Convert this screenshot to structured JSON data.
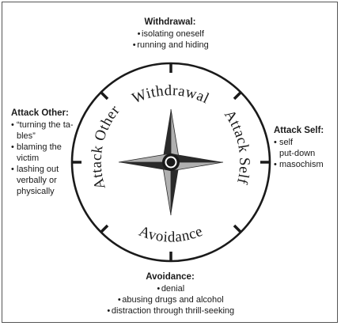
{
  "ring_labels": {
    "top": "Withdrawal",
    "bottom": "Avoidance",
    "left": "Attack Other",
    "right": "Attack Self"
  },
  "notes": {
    "withdrawal": {
      "title": "Withdrawal:",
      "items": [
        "isolating oneself",
        "running and hiding"
      ]
    },
    "avoidance": {
      "title": "Avoidance:",
      "items": [
        "denial",
        "abusing drugs and alcohol",
        "distraction through thrill-seeking"
      ]
    },
    "attack_other": {
      "title": "Attack Other:",
      "items": [
        "“turning the tables”",
        "blaming the victim",
        "lashing out verbally or physically"
      ],
      "item_lines": [
        [
          "“turning the ta-",
          "bles”"
        ],
        [
          "blaming the",
          "victim"
        ],
        [
          "lashing out",
          "verbally or",
          "physically"
        ]
      ]
    },
    "attack_self": {
      "title": "Attack Self:",
      "items": [
        "self put-down",
        "masochism"
      ],
      "item_lines": [
        [
          "self",
          "put-down"
        ],
        [
          "masochism"
        ]
      ]
    }
  },
  "bullet_glyph": "•",
  "colors": {
    "ink": "#1a1a1a",
    "needle_light": "#b0b0b0",
    "needle_dark": "#2a2a2a"
  }
}
